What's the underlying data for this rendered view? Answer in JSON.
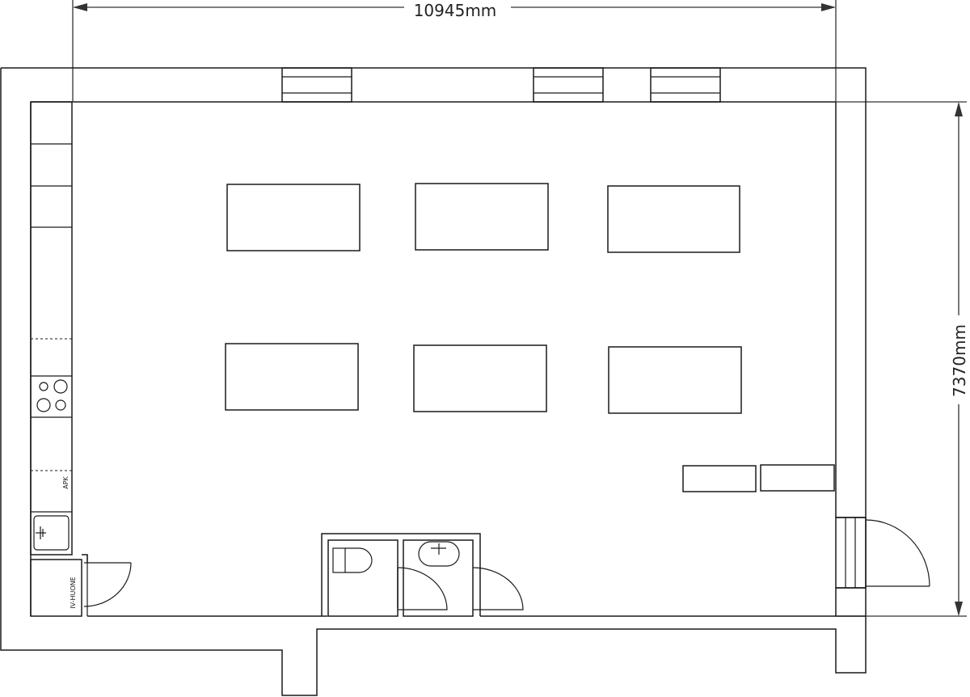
{
  "dimensions": {
    "width_label": "10945mm",
    "height_label": "7370mm"
  },
  "labels": {
    "appliance": "APK",
    "utility_room": "IV-HUONE"
  }
}
